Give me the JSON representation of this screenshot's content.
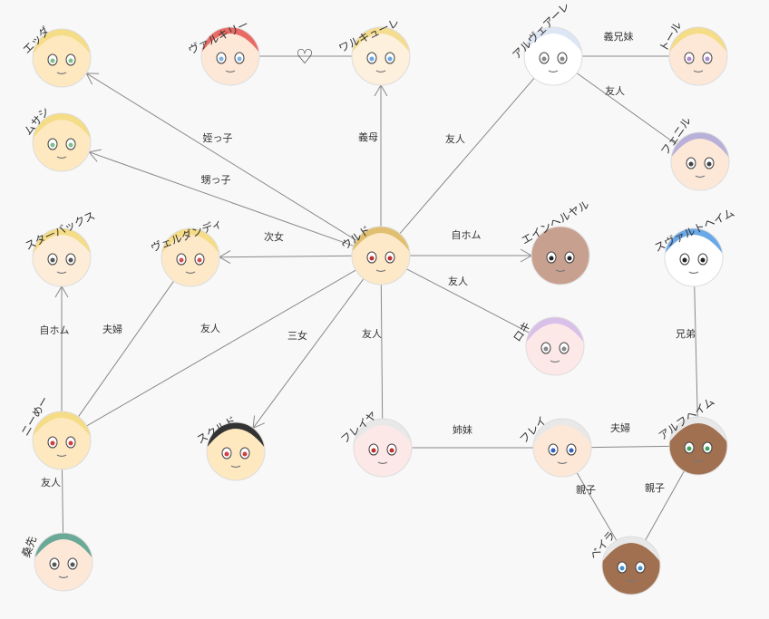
{
  "nodes": [
    {
      "id": "etta",
      "label": "エッダ",
      "skin": "#fde8c0",
      "hair": "#f5dc86",
      "accent": "#7cc08a"
    },
    {
      "id": "valkyrie",
      "label": "ヴァルキリー",
      "skin": "#fde8d8",
      "hair": "#e96a64",
      "accent": "#7fb3e3"
    },
    {
      "id": "valkyure",
      "label": "ワルキューレ",
      "skin": "#fdf0dc",
      "hair": "#f5dd90",
      "accent": "#6aa8e8"
    },
    {
      "id": "alvearle",
      "label": "アルヴェアーレ",
      "skin": "#ffffff",
      "hair": "#dde6f5",
      "accent": "#888888"
    },
    {
      "id": "torr",
      "label": "トール",
      "skin": "#fde8d8",
      "hair": "#f5dc86",
      "accent": "#b08ad0"
    },
    {
      "id": "masashi",
      "label": "ムサシ",
      "skin": "#fde8c0",
      "hair": "#f5dc86",
      "accent": "#7cc08a"
    },
    {
      "id": "fenir",
      "label": "フェニル",
      "skin": "#fde8d8",
      "hair": "#b8b0d8",
      "accent": "#444444"
    },
    {
      "id": "starbucks",
      "label": "スターバックス",
      "skin": "#fdecd8",
      "hair": "#f5dc86",
      "accent": "#555555"
    },
    {
      "id": "verdandi",
      "label": "ヴェルダンディ",
      "skin": "#fde8c8",
      "hair": "#f5dc86",
      "accent": "#d05050"
    },
    {
      "id": "urd",
      "label": "ウルド",
      "skin": "#fde8c8",
      "hair": "#e0c070",
      "accent": "#c03030"
    },
    {
      "id": "einherjar",
      "label": "エインヘルヤル",
      "skin": "#c8a090",
      "hair": "#c8a090",
      "accent": "#222222"
    },
    {
      "id": "svartalfheim",
      "label": "スヴァルトヘイム",
      "skin": "#ffffff",
      "hair": "#6aa8e8",
      "accent": "#222222"
    },
    {
      "id": "loki",
      "label": "ロキ",
      "skin": "#fde8e8",
      "hair": "#d8c0e8",
      "accent": "#888888"
    },
    {
      "id": "niime",
      "label": "ニーめー",
      "skin": "#fde8c0",
      "hair": "#f5dc86",
      "accent": "#d04040"
    },
    {
      "id": "skuld",
      "label": "スクルド",
      "skin": "#fde8c0",
      "hair": "#333333",
      "accent": "#d04040"
    },
    {
      "id": "freya",
      "label": "フレイヤ",
      "skin": "#fde8e8",
      "hair": "#e8e8e8",
      "accent": "#c03030"
    },
    {
      "id": "frey",
      "label": "フレイ",
      "skin": "#fde8d8",
      "hair": "#e8e8e8",
      "accent": "#3060c0"
    },
    {
      "id": "alfheim",
      "label": "アルフヘイム",
      "skin": "#a07050",
      "hair": "#e8e8e8",
      "accent": "#40a060"
    },
    {
      "id": "kesshin",
      "label": "桑先",
      "skin": "#fde8d8",
      "hair": "#6aa898",
      "accent": "#555555"
    },
    {
      "id": "beira",
      "label": "ベイラ",
      "skin": "#a07050",
      "hair": "#e8e8e8",
      "accent": "#4090d0"
    }
  ],
  "edges": [
    {
      "label": "姪っ子",
      "arrow": true
    },
    {
      "label": "甥っ子",
      "arrow": true
    },
    {
      "label": "義母",
      "arrow": true
    },
    {
      "label": "友人",
      "arrow": false
    },
    {
      "label": "次女",
      "arrow": true
    },
    {
      "label": "自ホム",
      "arrow": true
    },
    {
      "label": "友人",
      "arrow": false
    },
    {
      "label": "三女",
      "arrow": true
    },
    {
      "label": "友人",
      "arrow": false
    },
    {
      "label": "友人",
      "arrow": false
    },
    {
      "label": "義兄妹",
      "arrow": false
    },
    {
      "label": "友人",
      "arrow": false
    },
    {
      "label": "自ホム",
      "arrow": true
    },
    {
      "label": "夫婦",
      "arrow": false
    },
    {
      "label": "友人",
      "arrow": false
    },
    {
      "label": "兄弟",
      "arrow": false
    },
    {
      "label": "姉妹",
      "arrow": false
    },
    {
      "label": "夫婦",
      "arrow": false
    },
    {
      "label": "親子",
      "arrow": false
    },
    {
      "label": "親子",
      "arrow": false
    },
    {
      "label": "",
      "arrow": false
    }
  ],
  "heart_symbol": "♡"
}
